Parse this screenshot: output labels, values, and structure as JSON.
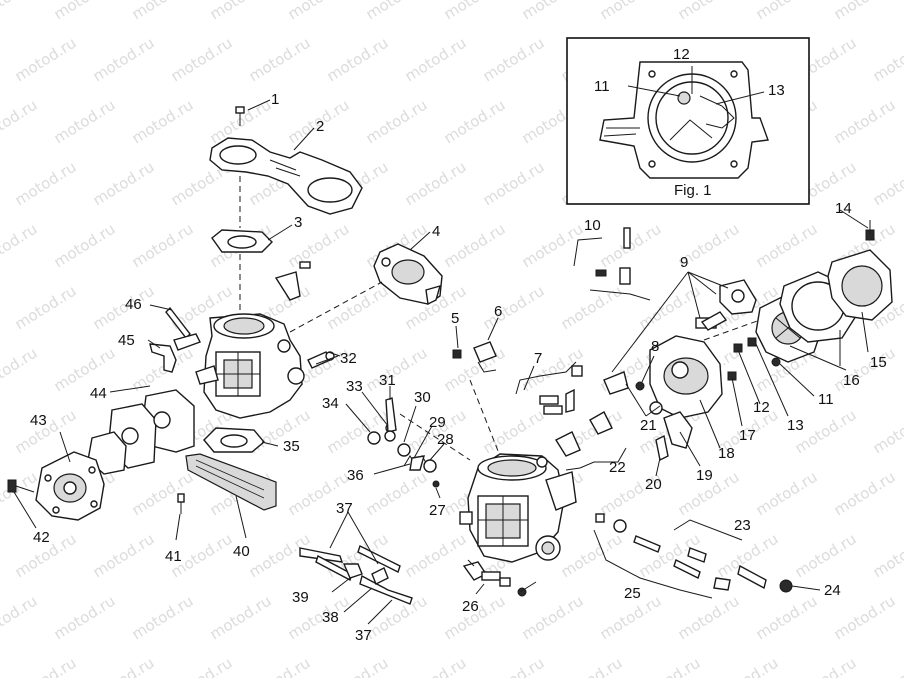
{
  "watermark": {
    "text": "motod.ru"
  },
  "inset": {
    "caption": "Fig. 1"
  },
  "callouts": {
    "c1": "1",
    "c2": "2",
    "c3": "3",
    "c4": "4",
    "c5": "5",
    "c6": "6",
    "c7": "7",
    "c8": "8",
    "c9": "9",
    "c10": "10",
    "c11": "11",
    "c12": "12",
    "c13": "13",
    "c14": "14",
    "c15": "15",
    "c16": "16",
    "c17": "17",
    "c18": "18",
    "c19": "19",
    "c20": "20",
    "c21": "21",
    "c22": "22",
    "c23": "23",
    "c24": "24",
    "c25": "25",
    "c26": "26",
    "c27": "27",
    "c28": "28",
    "c29": "29",
    "c30": "30",
    "c31": "31",
    "c32": "32",
    "c33": "33",
    "c34": "34",
    "c35": "35",
    "c36": "36",
    "c37": "37",
    "c38": "38",
    "c39": "39",
    "c40": "40",
    "c41": "41",
    "c42": "42",
    "c43": "43",
    "c44": "44",
    "c45": "45",
    "c46": "46",
    "f11": "11",
    "f12": "12",
    "f13": "13"
  }
}
